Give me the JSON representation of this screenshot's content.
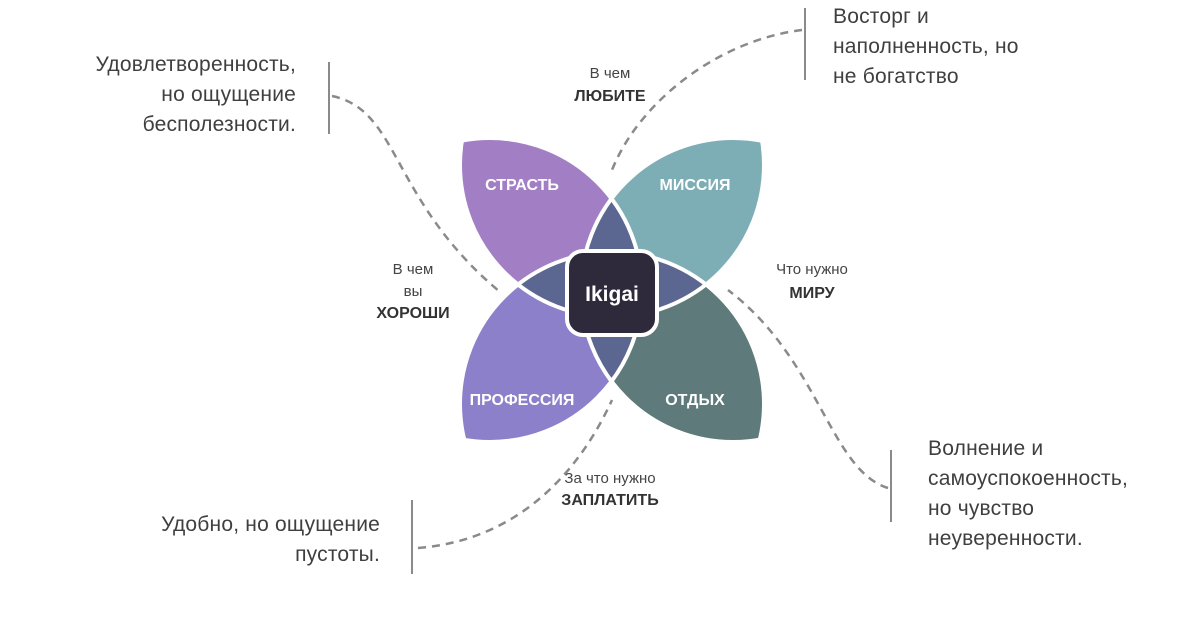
{
  "center": {
    "label": "Ikigai"
  },
  "circles": {
    "top": {
      "line1": "В чем",
      "line2": "ЛЮБИТЕ",
      "stroke": "#c9c5dc"
    },
    "left": {
      "line1": "В чем",
      "line2": "вы",
      "line3": "ХОРОШИ",
      "stroke": "#a998cf"
    },
    "right": {
      "line1": "Что нужно",
      "line2": "МИРУ",
      "stroke": "#d94a68"
    },
    "bottom": {
      "line1": "За что нужно",
      "line2": "ЗАПЛАТИТЬ",
      "stroke": "#c9c5dc"
    }
  },
  "petals": {
    "passion": {
      "label": "СТРАСТЬ",
      "color": "#a27ec5"
    },
    "mission": {
      "label": "МИССИЯ",
      "color": "#7eaeb5"
    },
    "profession": {
      "label": "ПРОФЕССИЯ",
      "color": "#8b80c9"
    },
    "vocation": {
      "label": "ОТДЫХ",
      "color": "#5e7a7b"
    }
  },
  "inner_color": "#5b6790",
  "center_color": "#2e2a3b",
  "notes": {
    "top_left": [
      "Удовлетворенность,",
      "но ощущение",
      "бесполезности."
    ],
    "top_right": [
      "Восторг и",
      "наполненность,  но",
      "не богатство"
    ],
    "bottom_left": [
      "Удобно, но ощущение",
      "пустоты."
    ],
    "bottom_right": [
      "Волнение и",
      "самоуспокоенность,",
      "но чувство",
      "неуверенности."
    ]
  }
}
